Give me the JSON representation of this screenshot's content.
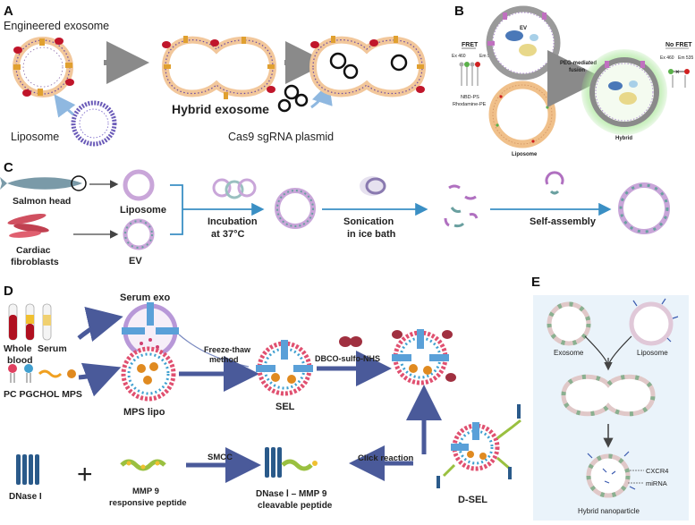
{
  "panels": {
    "A": {
      "letter": "A",
      "engineered_exosome": "Engineered exosome",
      "liposome": "Liposome",
      "hybrid_exosome": "Hybrid exosome",
      "plasmid": "Cas9 sgRNA plasmid"
    },
    "B": {
      "letter": "B",
      "fret": "FRET",
      "ex_left": "Ex 460",
      "em_left": "Em 580",
      "nbd": "NBD-PS",
      "rhodamine": "Rhodamine-PE",
      "ev": "EV",
      "peg": "PEG-mediated",
      "fusion": "fusion",
      "liposome": "Liposome",
      "hybrid": "Hybrid",
      "no_fret": "No FRET",
      "ex_right": "Ex 460",
      "em_right": "Em 535"
    },
    "C": {
      "letter": "C",
      "salmon": "Salmon head",
      "cardiac1": "Cardiac",
      "cardiac2": "fibroblasts",
      "liposome": "Liposome",
      "ev": "EV",
      "incubation1": "Incubation",
      "incubation2": "at 37°C",
      "sonication1": "Sonication",
      "sonication2": "in ice bath",
      "self_assembly": "Self-assembly"
    },
    "D": {
      "letter": "D",
      "serum_exo": "Serum exo",
      "whole1": "Whole",
      "whole2": "blood",
      "serum": "Serum",
      "freeze1": "Freeze-thaw",
      "freeze2": "method",
      "dbco": "DBCO-sulfo-NHS",
      "lipids": "PC PGCHOL MPS",
      "mps_lipo": "MPS lipo",
      "sel": "SEL",
      "smcc": "SMCC",
      "click": "Click reaction",
      "dnase": "DNase I",
      "mmp1": "MMP 9",
      "mmp2": "responsive peptide",
      "product1": "DNase Ⅰ – MMP 9",
      "product2": "cleavable peptide",
      "dsel": "D-SEL"
    },
    "E": {
      "letter": "E",
      "exosome": "Exosome",
      "liposome": "Liposome",
      "cxcr4": "CXCR4",
      "mirna": "miRNA",
      "hybrid": "Hybrid nanoparticle"
    }
  },
  "colors": {
    "arrow_gray": "#8a8a8a",
    "arrow_blue": "#3a8fc4",
    "arrow_navy": "#4a5a9a",
    "membrane_purple": "#c9a6d9",
    "membrane_orange": "#f2c79b",
    "protein_blue": "#4a78b8",
    "green_glow": "#9be08a"
  }
}
